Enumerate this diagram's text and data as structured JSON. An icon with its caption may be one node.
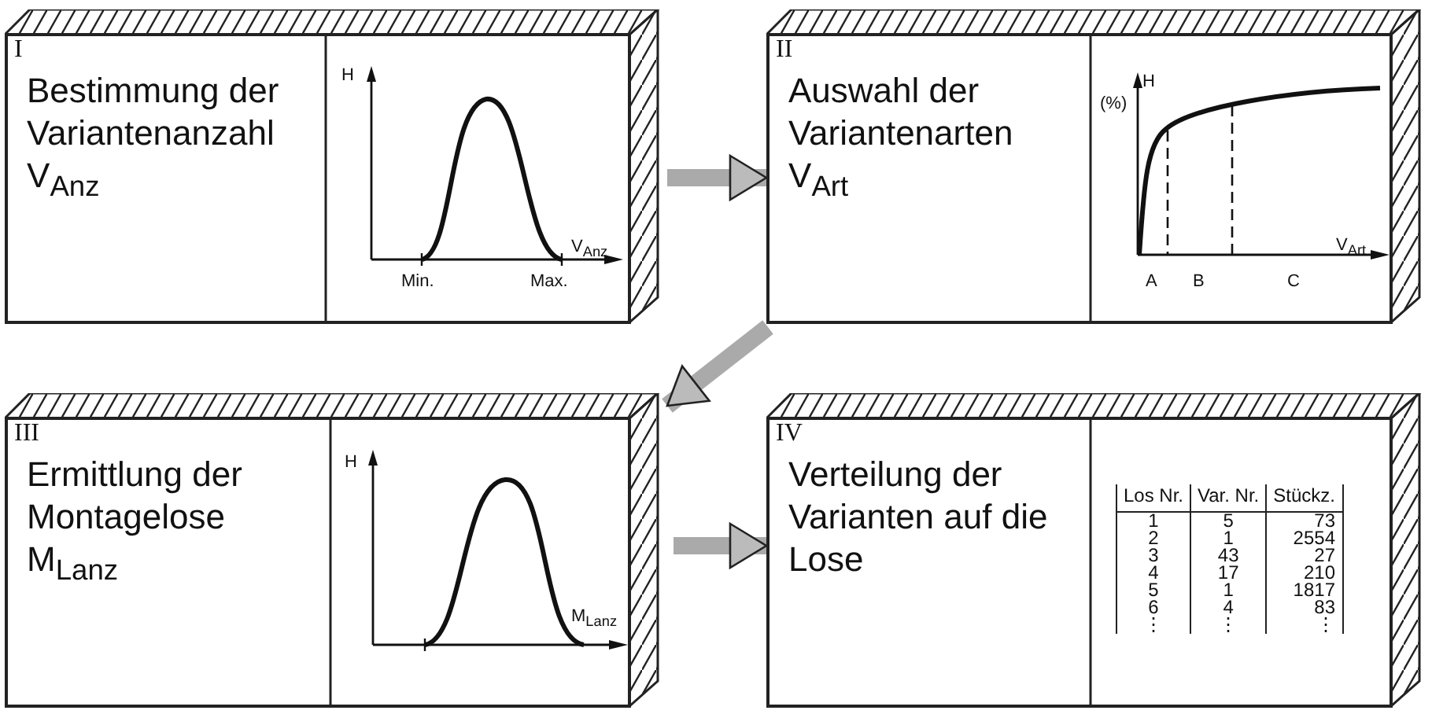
{
  "diagram": {
    "nodes": [
      {
        "text": [
          "I",
          "Bestimmung der Variantenanzahl V$_{Anz}$"
        ]
      },
      {
        "text": [
          "II",
          "Auswahl der Variantenarten V$_{Art}$"
        ]
      },
      {
        "text": [
          "III",
          "Ermittlung der Montagelose M$_{Lanz}$"
        ]
      },
      {
        "text": [
          "IV",
          "Verteilung der Varianten auf die Lose"
        ]
      }
    ],
    "edges": [
      {
        "from": 0,
        "to": 1,
        "arrow": "to"
      },
      {
        "from": 1,
        "to": 2,
        "arrow": "to"
      },
      {
        "from": 2,
        "to": 3,
        "arrow": "to"
      }
    ],
    "labels": [
      "H",
      "V$_{Anz}$",
      "Min.",
      "Max.",
      "H",
      "(%)",
      "V$_{Art}$",
      "A",
      "B",
      "C",
      "H",
      "M$_{Lanz}$",
      "Los Nr.",
      "Var. Nr.",
      "Stückz.",
      "1",
      "5",
      "73",
      "2",
      "1",
      "2554",
      "3",
      "43",
      "27",
      "4",
      "17",
      "210",
      "5",
      "1",
      "1817",
      "6",
      "4",
      "83",
      "⋮",
      "⋮",
      "⋮"
    ]
  }
}
